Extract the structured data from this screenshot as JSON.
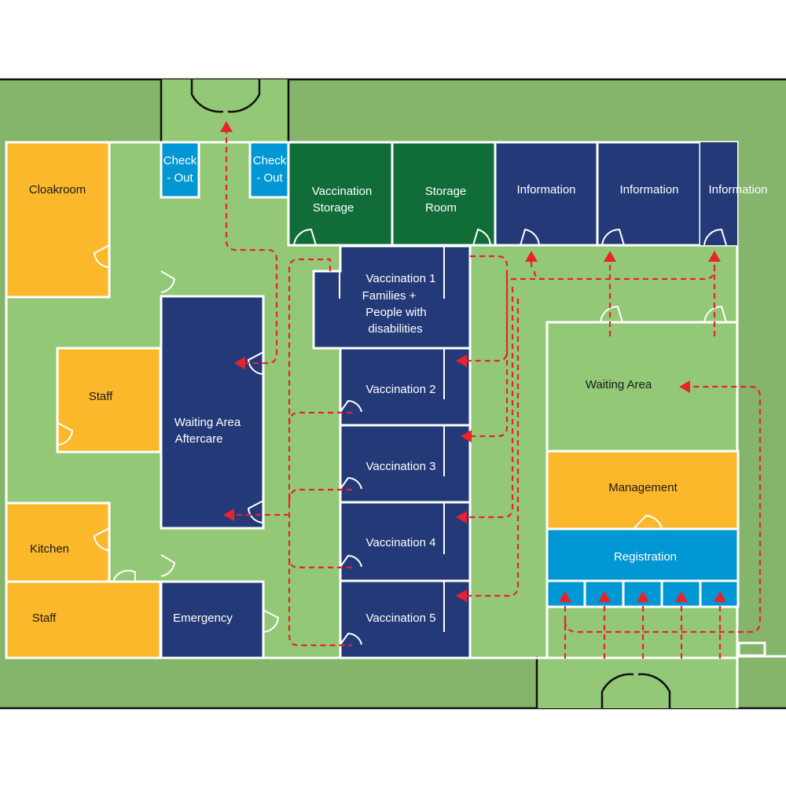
{
  "colors": {
    "outer_green": "#84b56b",
    "corridor_green": "#93c876",
    "navy": "#243a78",
    "orange": "#fbb82b",
    "dark_green": "#116d38",
    "light_blue": "#0196d4",
    "route_red": "#e8232a"
  },
  "rooms": {
    "cloakroom": "Cloakroom",
    "staff_upper": "Staff",
    "kitchen": "Kitchen",
    "staff_lower": "Staff",
    "check_out_left": [
      "Check",
      "- Out"
    ],
    "check_out_right": [
      "Check",
      "- Out"
    ],
    "vaccination_storage": [
      "Vaccination",
      "Storage"
    ],
    "storage_room": [
      "Storage",
      "Room"
    ],
    "information_1": "Information",
    "information_2": "Information",
    "information_3": "Information",
    "waiting_area_aftercare": [
      "Waiting Area",
      "Aftercare"
    ],
    "emergency": "Emergency",
    "vaccination_1": [
      "Vaccination 1",
      "Families +",
      "People with",
      "disabilities"
    ],
    "vaccination_2": "Vaccination 2",
    "vaccination_3": "Vaccination 3",
    "vaccination_4": "Vaccination 4",
    "vaccination_5": "Vaccination 5",
    "waiting_area": "Waiting Area",
    "management": "Management",
    "registration": "Registration"
  }
}
